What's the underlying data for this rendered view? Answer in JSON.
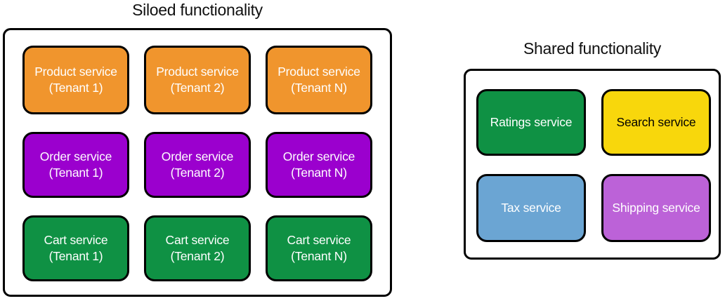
{
  "siloed": {
    "title": "Siloed functionality",
    "cells": [
      {
        "line1": "Product service",
        "line2": "(Tenant 1)",
        "color": "#F0952D",
        "text_color": "#FFFFFF"
      },
      {
        "line1": "Product service",
        "line2": "(Tenant 2)",
        "color": "#F0952D",
        "text_color": "#FFFFFF"
      },
      {
        "line1": "Product service",
        "line2": "(Tenant N)",
        "color": "#F0952D",
        "text_color": "#FFFFFF"
      },
      {
        "line1": "Order service",
        "line2": "(Tenant 1)",
        "color": "#9B00CE",
        "text_color": "#FFFFFF"
      },
      {
        "line1": "Order service",
        "line2": "(Tenant 2)",
        "color": "#9B00CE",
        "text_color": "#FFFFFF"
      },
      {
        "line1": "Order service",
        "line2": "(Tenant N)",
        "color": "#9B00CE",
        "text_color": "#FFFFFF"
      },
      {
        "line1": "Cart service",
        "line2": "(Tenant 1)",
        "color": "#0F9144",
        "text_color": "#FFFFFF"
      },
      {
        "line1": "Cart service",
        "line2": "(Tenant 2)",
        "color": "#0F9144",
        "text_color": "#FFFFFF"
      },
      {
        "line1": "Cart service",
        "line2": "(Tenant N)",
        "color": "#0F9144",
        "text_color": "#FFFFFF"
      }
    ]
  },
  "shared": {
    "title": "Shared functionality",
    "cells": [
      {
        "label": "Ratings service",
        "color": "#0F9144",
        "text_color": "#FFFFFF"
      },
      {
        "label": "Search service",
        "color": "#F8D70C",
        "text_color": "#000000"
      },
      {
        "label": "Tax service",
        "color": "#6BA5D3",
        "text_color": "#FFFFFF"
      },
      {
        "label": "Shipping service",
        "color": "#BC62D8",
        "text_color": "#FFFFFF"
      }
    ]
  }
}
